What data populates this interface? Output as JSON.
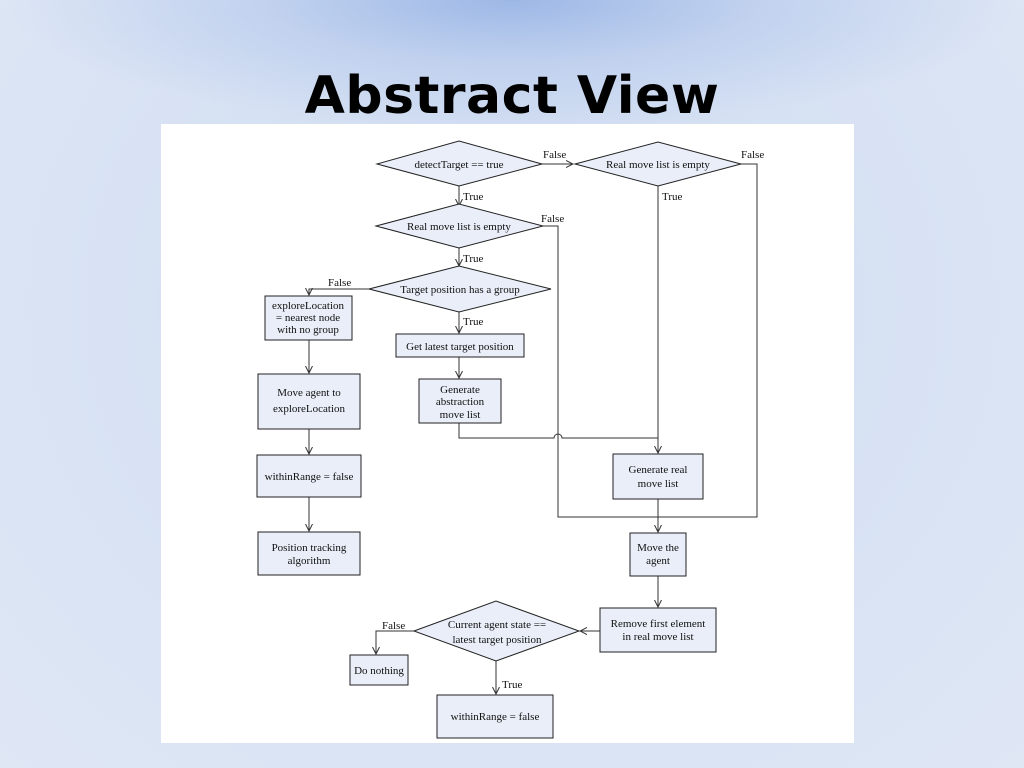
{
  "slide": {
    "title": "Abstract View"
  },
  "nodes": {
    "detect_target": "detectTarget == true",
    "real_move_list_empty_top": "Real move list is empty",
    "real_move_list_empty": "Real move list is empty",
    "target_position_group": "Target position has a group",
    "explore_location": [
      "exploreLocation",
      "= nearest node",
      "with no group"
    ],
    "get_latest_target": "Get latest target position",
    "generate_abstraction": [
      "Generate",
      "abstraction",
      "move list"
    ],
    "move_agent_explore": [
      "Move agent to",
      "exploreLocation"
    ],
    "within_range_false_left": "withinRange = false",
    "generate_real": [
      "Generate real",
      "move list"
    ],
    "position_tracking": [
      "Position tracking",
      "algorithm"
    ],
    "move_the_agent": [
      "Move the",
      "agent"
    ],
    "remove_first": [
      "Remove first element",
      "in real move list"
    ],
    "current_agent_state": [
      "Current agent state ==",
      "latest target position"
    ],
    "do_nothing": "Do nothing",
    "within_range_false_bottom": "withinRange = false"
  },
  "edges": {
    "detect_false": "False",
    "top_empty_false": "False",
    "detect_true": "True",
    "top_empty_true": "True",
    "empty_false": "False",
    "empty_true": "True",
    "group_false": "False",
    "group_true": "True",
    "state_false": "False",
    "state_true": "True"
  }
}
